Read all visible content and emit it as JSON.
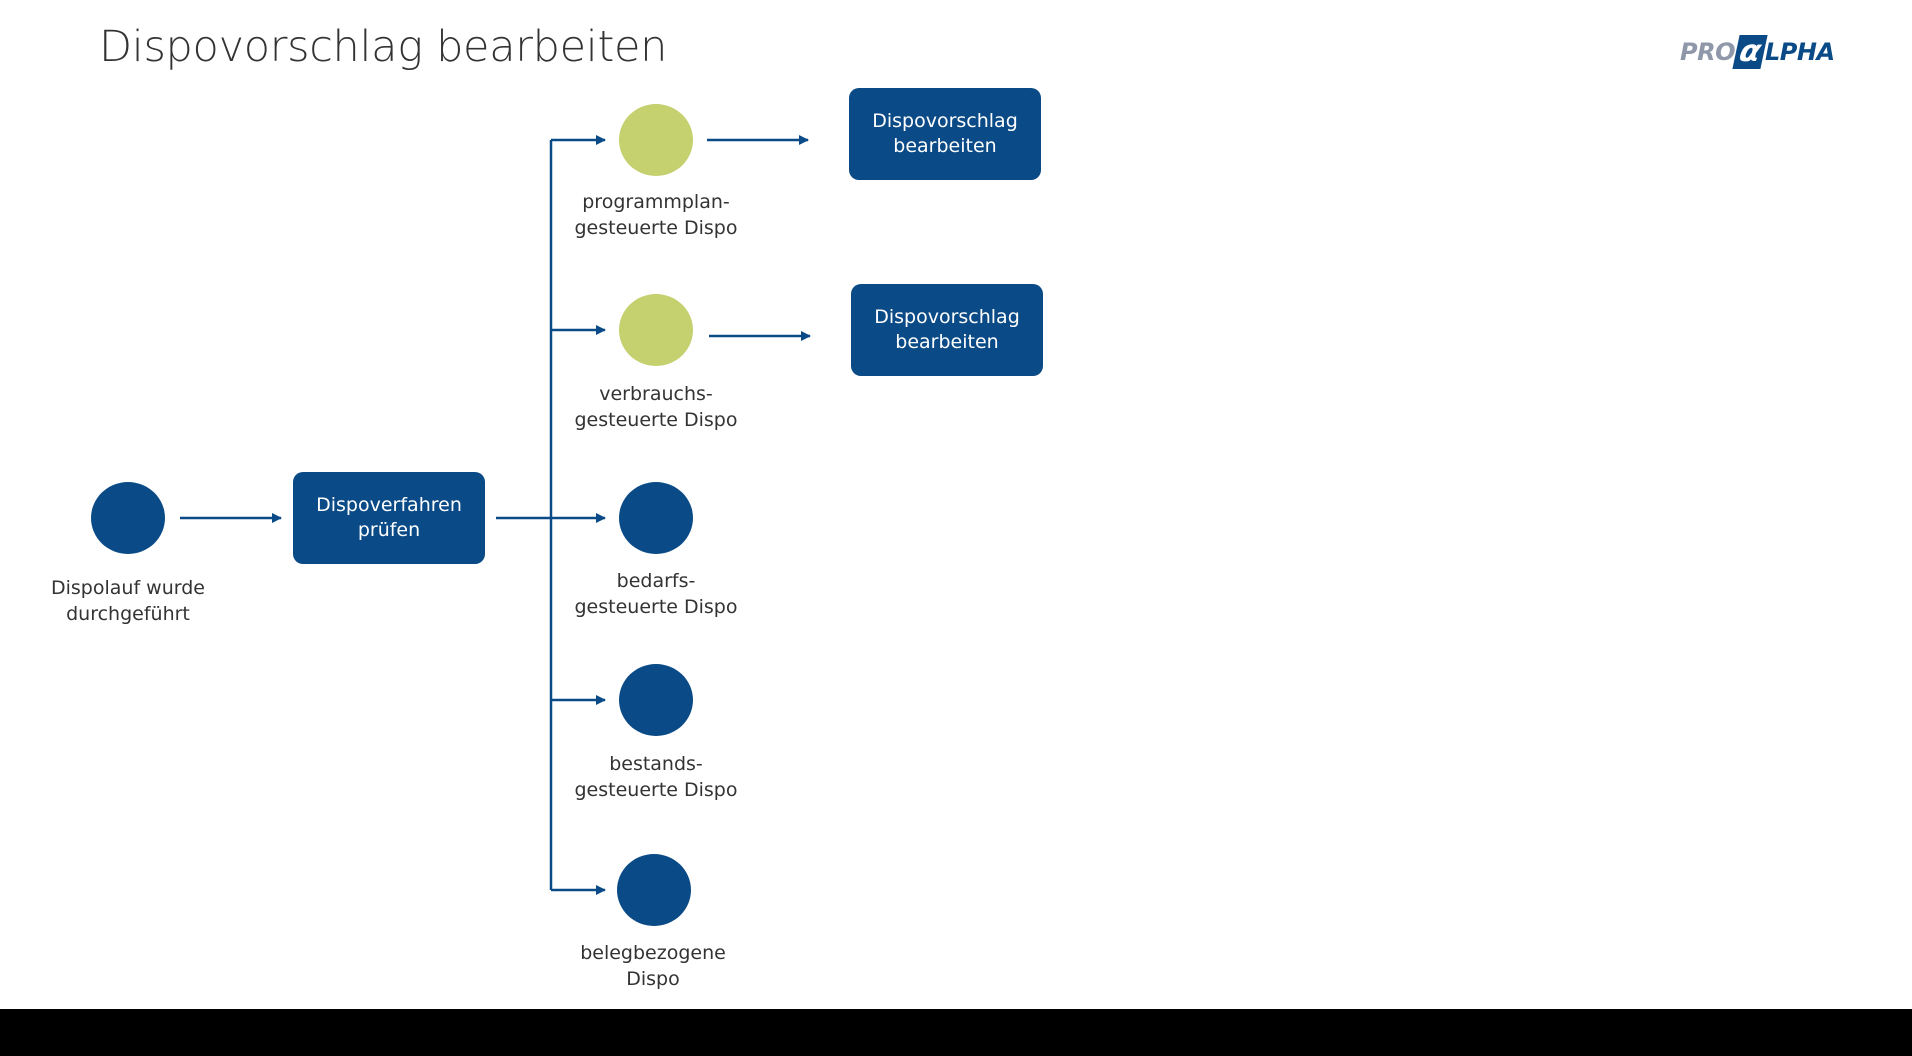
{
  "slide": {
    "title": "Dispovorschlag bearbeiten",
    "logo": {
      "part1": "PRO",
      "part2": "α",
      "part3": "LPHA"
    }
  },
  "colors": {
    "primary": "#0a4a86",
    "secondary": "#c5d06e",
    "text": "#333333"
  },
  "diagram": {
    "start_event": {
      "label": "Dispolauf wurde\ndurchgeführt"
    },
    "check_task": {
      "label": "Dispoverfahren\nprüfen"
    },
    "branches": [
      {
        "label": "programmplan-\ngesteuerte Dispo",
        "color": "secondary",
        "task": "Dispovorschlag\nbearbeiten"
      },
      {
        "label": "verbrauchs-\ngesteuerte Dispo",
        "color": "secondary",
        "task": "Dispovorschlag\nbearbeiten"
      },
      {
        "label": "bedarfs-\ngesteuerte Dispo",
        "color": "primary"
      },
      {
        "label": "bestands-\ngesteuerte Dispo",
        "color": "primary"
      },
      {
        "label": "belegbezogene\nDispo",
        "color": "primary"
      }
    ]
  }
}
